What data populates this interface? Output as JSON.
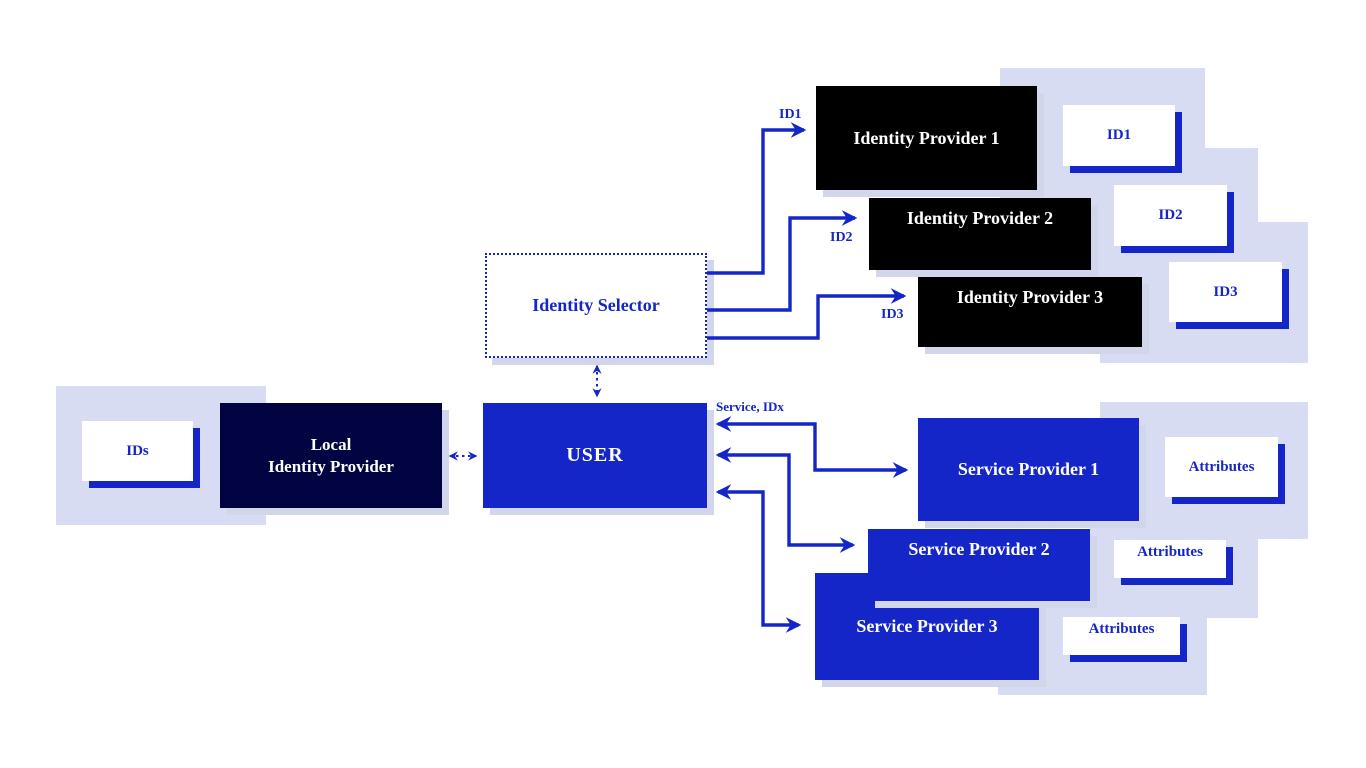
{
  "colors": {
    "accent_blue": "#1426c8",
    "dark_navy": "#010440",
    "black": "#000000",
    "panel_lavender": "#d8dcf2",
    "box_shadow_gray": "#d2d6ea",
    "white": "#ffffff"
  },
  "boxes": {
    "identity_selector": {
      "label": "Identity Selector"
    },
    "user": {
      "label": "USER"
    },
    "local_identity_provider": {
      "line1": "Local",
      "line2": "Identity Provider"
    },
    "identity_providers": [
      {
        "label": "Identity Provider 1"
      },
      {
        "label": "Identity Provider 2"
      },
      {
        "label": "Identity Provider 3"
      }
    ],
    "service_providers": [
      {
        "label": "Service Provider 1"
      },
      {
        "label": "Service Provider 2"
      },
      {
        "label": "Service Provider 3"
      }
    ]
  },
  "cards": {
    "ids": {
      "label": "IDs"
    },
    "id_tokens": [
      {
        "label": "ID1"
      },
      {
        "label": "ID2"
      },
      {
        "label": "ID3"
      }
    ],
    "attributes": [
      {
        "label": "Attributes"
      },
      {
        "label": "Attributes"
      },
      {
        "label": "Attributes"
      }
    ]
  },
  "arrow_labels": {
    "to_idp1": "ID1",
    "to_idp2": "ID2",
    "to_idp3": "ID3",
    "service_request": "Service, IDx"
  }
}
